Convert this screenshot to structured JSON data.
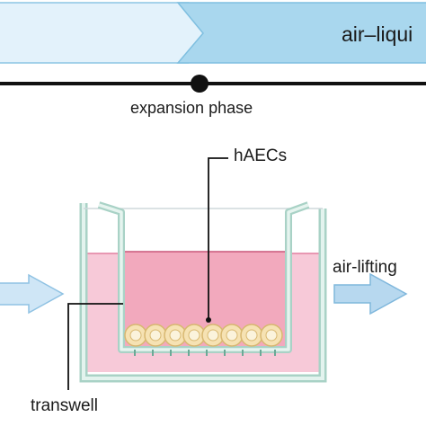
{
  "banner": {
    "right_text": "air–liqui"
  },
  "timeline": {
    "phase_label": "expansion phase"
  },
  "labels": {
    "cells": "hAECs",
    "air_lifting": "air-lifting",
    "transwell": "transwell"
  },
  "colors": {
    "banner_left": "#e3f2fb",
    "banner_right": "#a9d7ee",
    "banner_stroke": "#7fbfe0",
    "medium": "#f2a9bd",
    "outer_medium": "#f7c9d8",
    "well_wall": "#b9ddd3",
    "cell_fill": "#f6e2b3",
    "arrow_fill": "#b7d8ef"
  }
}
